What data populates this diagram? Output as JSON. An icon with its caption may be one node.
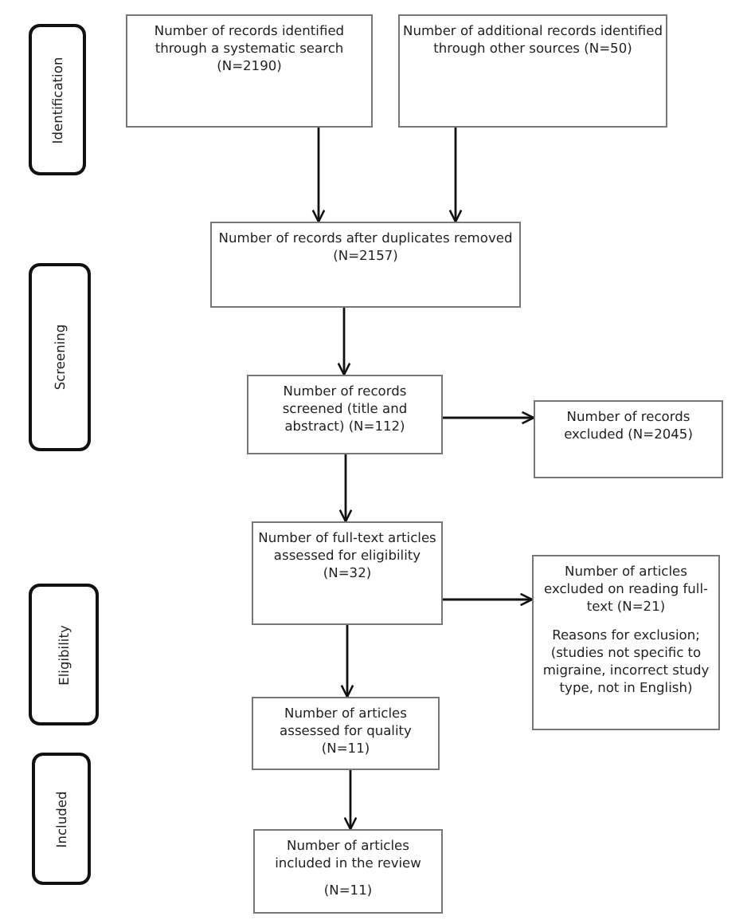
{
  "diagram": {
    "nodes": [
      {
        "text": [
          "Identification"
        ]
      },
      {
        "text": [
          "Number of records identified through a systematic search (N=2190)"
        ]
      },
      {
        "text": [
          "Number of additional records identified through other sources (N=50)"
        ]
      },
      {
        "text": [
          "Number of records after duplicates removed (N=2157)"
        ]
      },
      {
        "text": [
          "Screening"
        ]
      },
      {
        "text": [
          "Number of records screened (title and abstract) (N=112)"
        ]
      },
      {
        "text": [
          "Number of records excluded (N=2045)"
        ]
      },
      {
        "text": [
          "Number of full-text articles assessed for eligibility (N=32)"
        ]
      },
      {
        "text": [
          "Number of articles excluded on reading full-text (N=21)",
          "Reasons for exclusion; (studies not specific to migraine, incorrect study type, not in English)"
        ]
      },
      {
        "text": [
          "Eligibility"
        ]
      },
      {
        "text": [
          "Number of articles assessed for quality (N=11)"
        ]
      },
      {
        "text": [
          "Included"
        ]
      },
      {
        "text": [
          "Number of articles included in the review",
          "(N=11)"
        ]
      }
    ],
    "edges": [
      {
        "from": 1,
        "to": 3,
        "arrow": "to"
      },
      {
        "from": 2,
        "to": 3,
        "arrow": "to"
      },
      {
        "from": 3,
        "to": 5,
        "arrow": "to"
      },
      {
        "from": 5,
        "to": 6,
        "arrow": "to"
      },
      {
        "from": 5,
        "to": 7,
        "arrow": "to"
      },
      {
        "from": 7,
        "to": 8,
        "arrow": "to"
      },
      {
        "from": 7,
        "to": 10,
        "arrow": "to"
      },
      {
        "from": 10,
        "to": 12,
        "arrow": "to"
      }
    ]
  }
}
